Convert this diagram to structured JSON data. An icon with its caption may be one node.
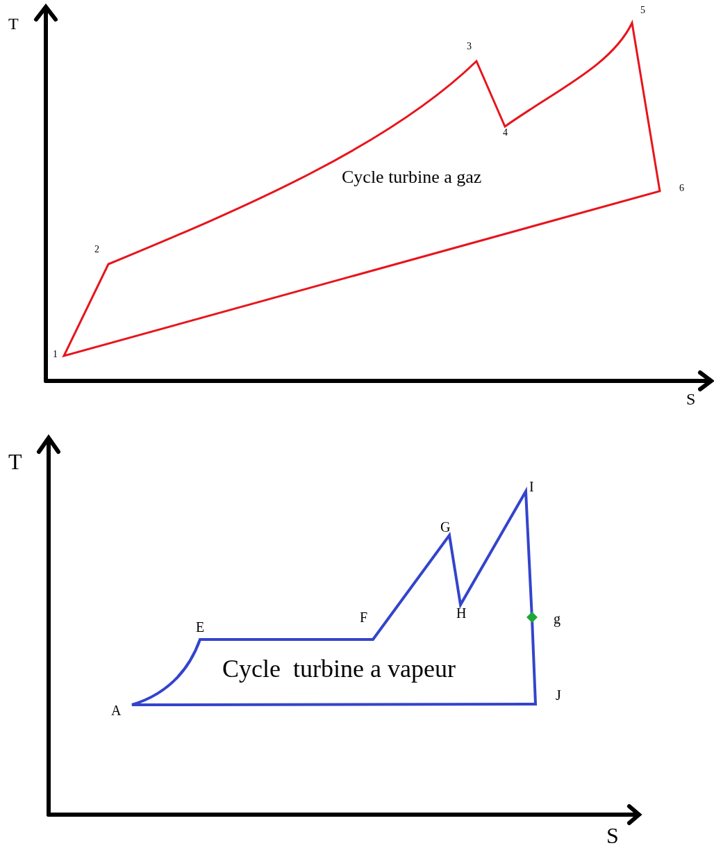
{
  "diagram": {
    "labels": [
      "T",
      "5",
      "3",
      "4",
      "Cycle turbine a gaz",
      "6",
      "2",
      "1",
      "S",
      "T",
      "I",
      "G",
      "F",
      "H",
      "g",
      "E",
      "Cycle  turbine a vapeur",
      "J",
      "A",
      "S"
    ]
  }
}
